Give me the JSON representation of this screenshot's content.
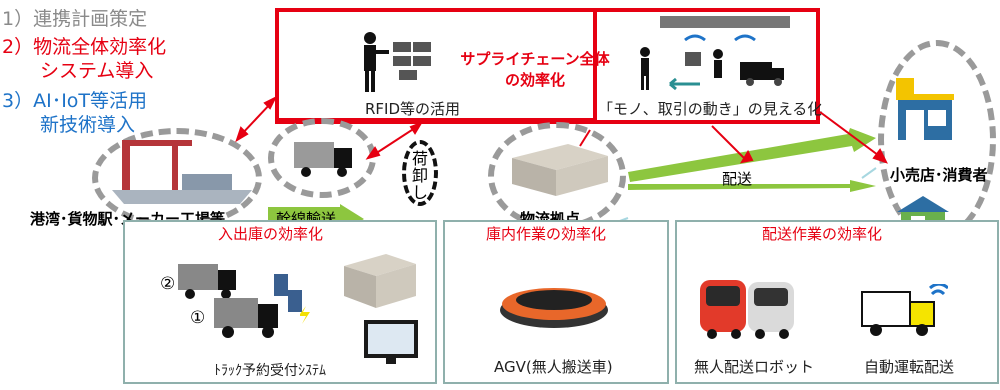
{
  "steps": {
    "step1": "1）連携計画策定",
    "step2a": "2）物流全体効率化",
    "step2b": "システム導入",
    "step3a": "3）AI･IoT等活用",
    "step3b": "新技術導入"
  },
  "top_panel": {
    "rfid_label": "RFID等の活用",
    "center_title_1": "サプライチェーン全体",
    "center_title_2": "の効率化",
    "visible_label": "「モノ、取引の動き」の見える化"
  },
  "nodes": {
    "port": "港湾･貨物駅･メーカー工場等",
    "trunk": "幹線輸送",
    "unload": [
      "荷",
      "卸",
      "し"
    ],
    "hub": "物流拠点",
    "delivery": "配送",
    "consumer": "小売店･消費者"
  },
  "panels": {
    "inbound_title": "入出庫の効率化",
    "truck_num_2": "②",
    "truck_num_1": "①",
    "inbound_caption": "ﾄﾗｯｸ予約受付ｼｽﾃﾑ",
    "warehouse_title": "庫内作業の効率化",
    "warehouse_caption": "AGV(無人搬送車)",
    "delivery_title": "配送作業の効率化",
    "robot_caption": "無人配送ロボット",
    "auto_caption": "自動運転配送"
  },
  "colors": {
    "accent_red": "#e60012",
    "accent_blue": "#1e73c8",
    "arrow_green": "#8dc63f",
    "panel_border": "#8fb0ac"
  }
}
